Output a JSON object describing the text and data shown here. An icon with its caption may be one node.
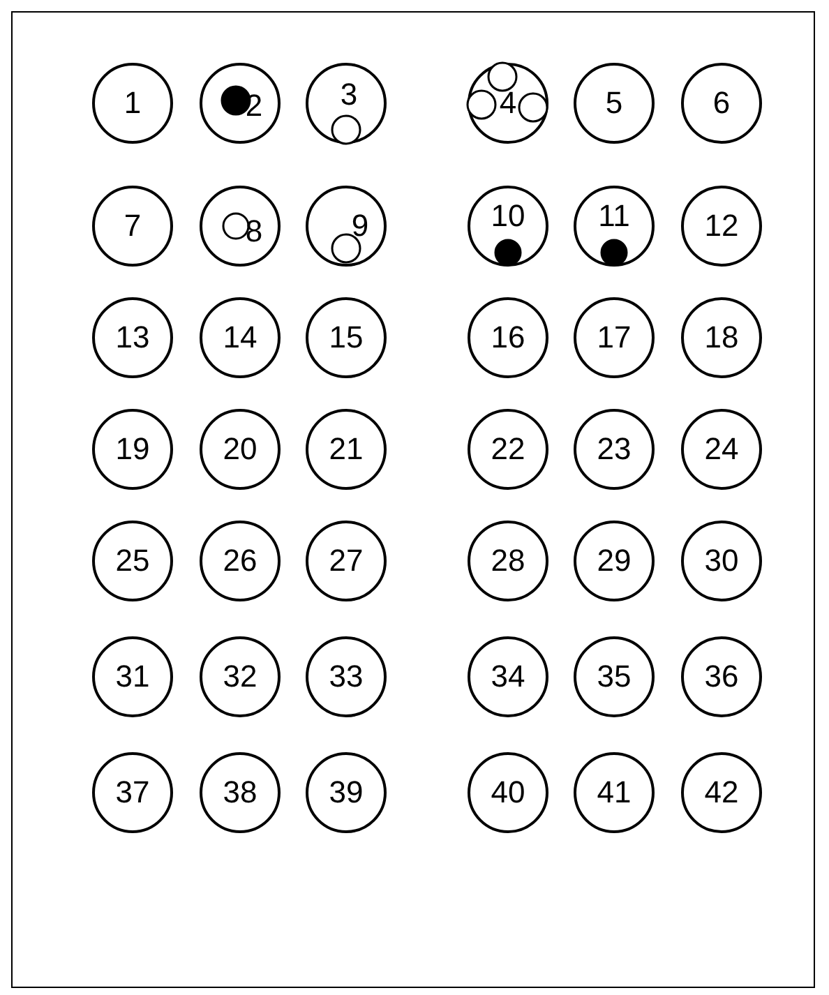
{
  "diagram": {
    "nodes": [
      {
        "text": [
          "1"
        ]
      },
      {
        "text": [
          "2"
        ]
      },
      {
        "text": [
          "3"
        ]
      },
      {
        "text": [
          "4"
        ]
      },
      {
        "text": [
          "5"
        ]
      },
      {
        "text": [
          "6"
        ]
      },
      {
        "text": [
          "7"
        ]
      },
      {
        "text": [
          "8"
        ]
      },
      {
        "text": [
          "9"
        ]
      },
      {
        "text": [
          "10"
        ]
      },
      {
        "text": [
          "11"
        ]
      },
      {
        "text": [
          "12"
        ]
      },
      {
        "text": [
          "13"
        ]
      },
      {
        "text": [
          "14"
        ]
      },
      {
        "text": [
          "15"
        ]
      },
      {
        "text": [
          "16"
        ]
      },
      {
        "text": [
          "17"
        ]
      },
      {
        "text": [
          "18"
        ]
      },
      {
        "text": [
          "19"
        ]
      },
      {
        "text": [
          "20"
        ]
      },
      {
        "text": [
          "21"
        ]
      },
      {
        "text": [
          "22"
        ]
      },
      {
        "text": [
          "23"
        ]
      },
      {
        "text": [
          "24"
        ]
      },
      {
        "text": [
          "25"
        ]
      },
      {
        "text": [
          "26"
        ]
      },
      {
        "text": [
          "27"
        ]
      },
      {
        "text": [
          "28"
        ]
      },
      {
        "text": [
          "29"
        ]
      },
      {
        "text": [
          "30"
        ]
      },
      {
        "text": [
          "31"
        ]
      },
      {
        "text": [
          "32"
        ]
      },
      {
        "text": [
          "33"
        ]
      },
      {
        "text": [
          "34"
        ]
      },
      {
        "text": [
          "35"
        ]
      },
      {
        "text": [
          "36"
        ]
      },
      {
        "text": [
          "37"
        ]
      },
      {
        "text": [
          "38"
        ]
      },
      {
        "text": [
          "39"
        ]
      },
      {
        "text": [
          "40"
        ]
      },
      {
        "text": [
          "41"
        ]
      },
      {
        "text": [
          "42"
        ]
      }
    ]
  }
}
